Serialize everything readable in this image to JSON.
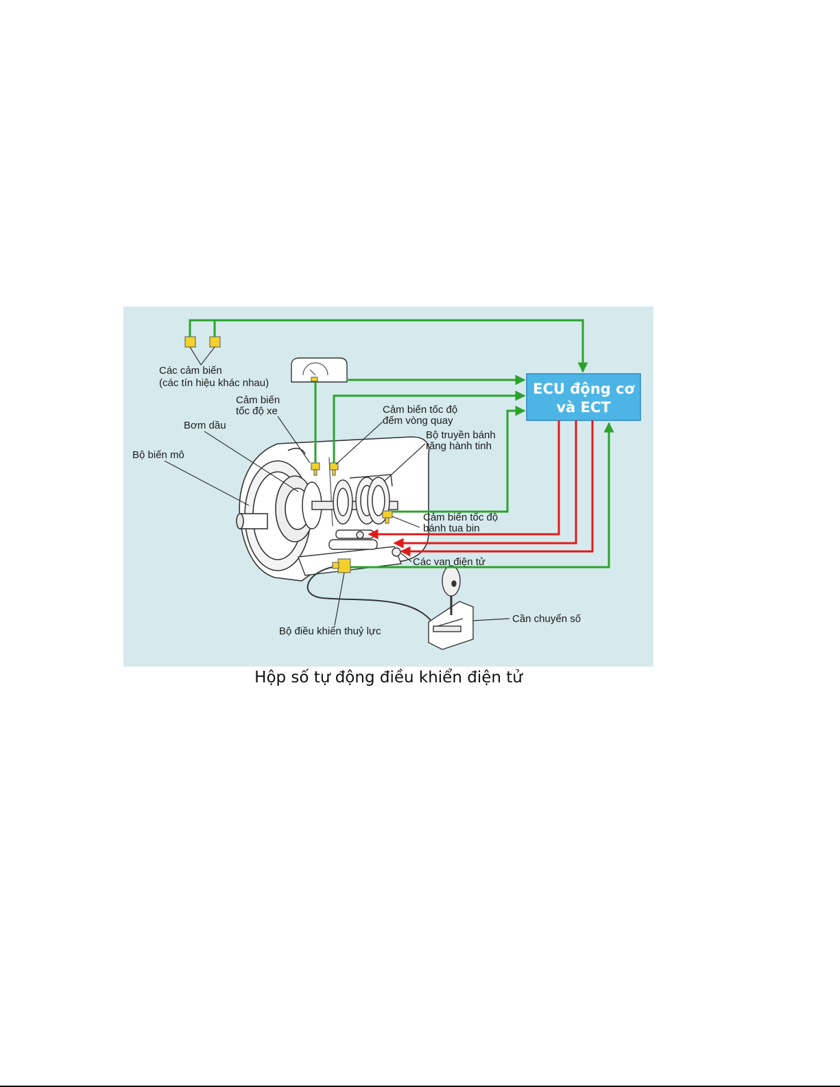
{
  "diagram": {
    "ecu_label_line1": "ECU động cơ",
    "ecu_label_line2": "và ECT",
    "labels": {
      "sensors_line1": "Các cảm biến",
      "sensors_line2": "(các tín hiệu khác nhau)",
      "vehicle_speed_line1": "Cảm biến",
      "vehicle_speed_line2": "tốc độ xe",
      "counter_speed_line1": "Cảm biến tốc độ",
      "counter_speed_line2": "đếm vòng quay",
      "oil_pump": "Bơm dầu",
      "planetary_line1": "Bộ truyền bánh",
      "planetary_line2": "răng hành tinh",
      "torque_converter": "Bộ biến mô",
      "turbine_speed_line1": "Cảm biến tốc độ",
      "turbine_speed_line2": "bánh tua bin",
      "solenoids": "Các van điện tử",
      "shift_lever": "Cần chuyển số",
      "hydraulic_control": "Bộ điều khiển thuỷ lực"
    },
    "colors": {
      "background": "#d6eaee",
      "ecu": "#4db5e6",
      "signal_in": "#2ba32b",
      "signal_out": "#e01b1b",
      "sensor": "#f2d12c"
    }
  },
  "caption": "Hộp số tự động điều khiển điện tử"
}
